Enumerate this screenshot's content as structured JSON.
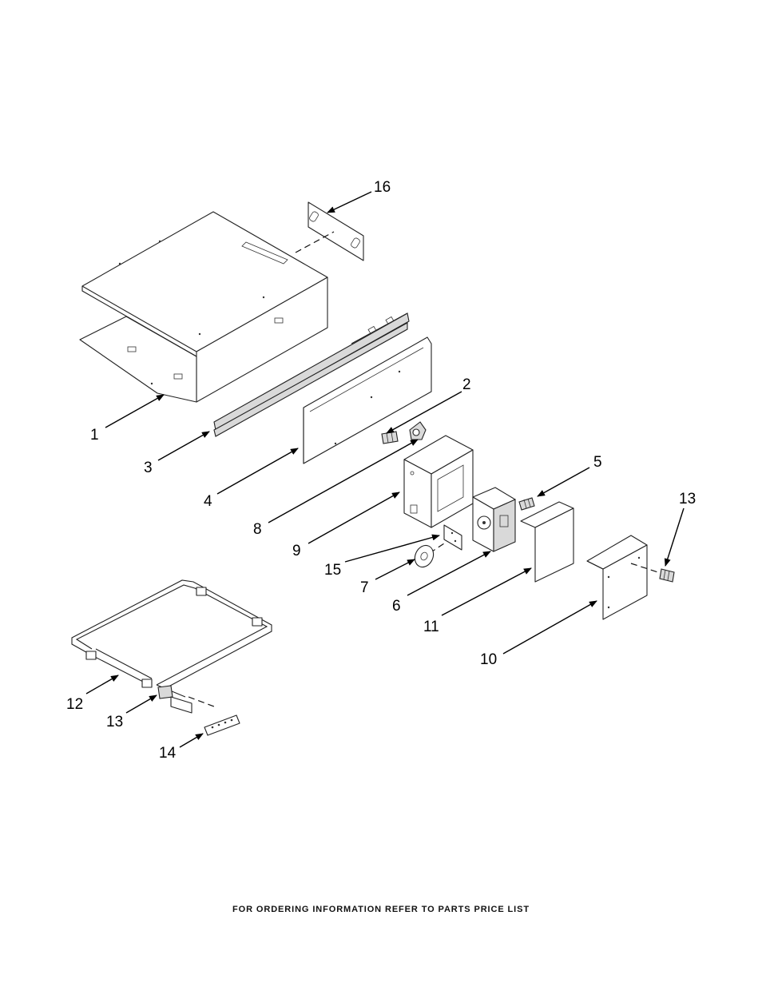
{
  "callouts": {
    "c1": "1",
    "c2": "2",
    "c3": "3",
    "c4": "4",
    "c5": "5",
    "c6": "6",
    "c7": "7",
    "c8": "8",
    "c9": "9",
    "c10": "10",
    "c11": "11",
    "c12": "12",
    "c13a": "13",
    "c13b": "13",
    "c14": "14",
    "c15": "15",
    "c16": "16"
  },
  "footer": {
    "note": "FOR ORDERING INFORMATION REFER TO PARTS PRICE LIST"
  },
  "colors": {
    "line": "#222222",
    "background": "#ffffff"
  }
}
